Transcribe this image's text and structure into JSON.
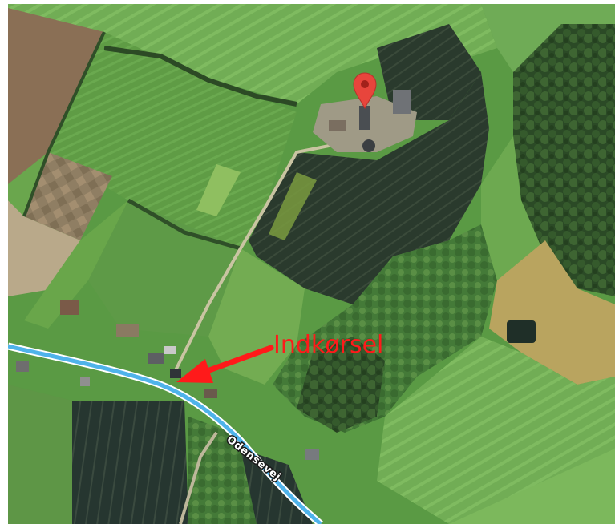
{
  "map": {
    "style": "satellite",
    "road_label": "Odensevej",
    "annotation_label": "Indkørsel",
    "colors": {
      "road": "#4fb3ea",
      "road_outline": "#ffffff",
      "annotation": "#ff1a1a",
      "pin": "#e8453c"
    },
    "icons": {
      "pin": "location-pin-icon",
      "arrow": "arrow-left-icon"
    }
  }
}
